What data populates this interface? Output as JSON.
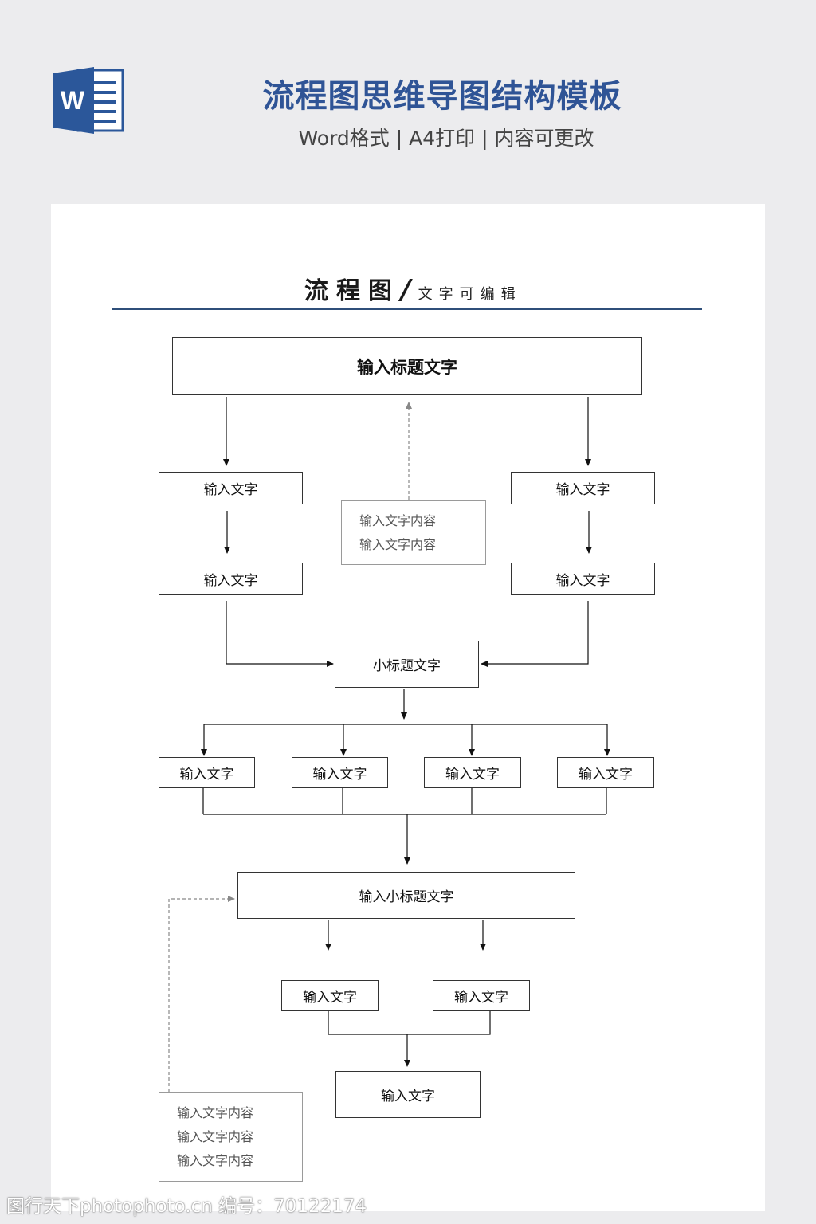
{
  "header": {
    "title": "流程图思维导图结构模板",
    "subtitle": "Word格式 | A4打印 | 内容可更改",
    "logo_letter": "W",
    "logo_icon": "word-document-icon",
    "accent_color": "#2f5496"
  },
  "document": {
    "title_main": "流程图",
    "title_slash": "/",
    "title_sub": "文字可编辑",
    "rule_color": "#2f4f7a"
  },
  "flow": {
    "top_title": "输入标题文字",
    "left_1": "输入文字",
    "left_2": "输入文字",
    "right_1": "输入文字",
    "right_2": "输入文字",
    "note_top": [
      "输入文字内容",
      "输入文字内容"
    ],
    "subtitle_box": "小标题文字",
    "row4": [
      "输入文字",
      "输入文字",
      "输入文字",
      "输入文字"
    ],
    "big_subtitle": "输入小标题文字",
    "pair": [
      "输入文字",
      "输入文字"
    ],
    "final": "输入文字",
    "note_bottom": [
      "输入文字内容",
      "输入文字内容",
      "输入文字内容"
    ]
  },
  "watermark": "图行天下photophoto.cn 编号：70122174"
}
